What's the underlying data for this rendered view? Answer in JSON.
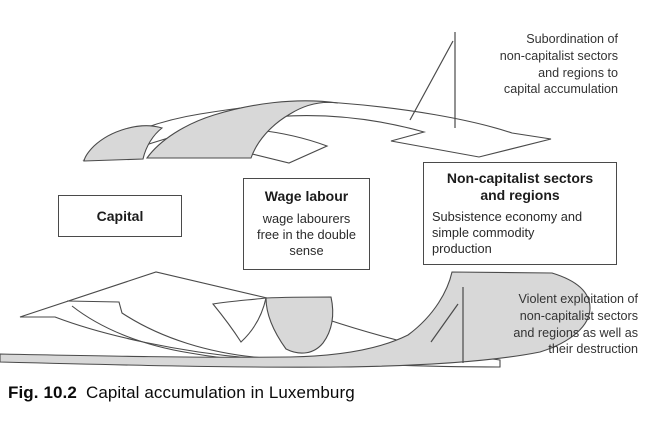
{
  "figure": {
    "caption_label": "Fig. 10.2",
    "caption_text": "Capital accumulation in Luxemburg"
  },
  "boxes": {
    "capital": {
      "title": "Capital"
    },
    "wage_labour": {
      "title": "Wage labour",
      "body_lines": [
        "wage labourers",
        "free in the double",
        "sense"
      ]
    },
    "non_capitalist": {
      "title_lines": [
        "Non-capitalist sectors",
        "and regions"
      ],
      "body_lines": [
        "Subsistence economy and",
        "simple commodity",
        "production"
      ]
    }
  },
  "annotations": {
    "subordination": {
      "lines": [
        "Subordination of",
        "non-capitalist sectors",
        "and regions to",
        "capital accumulation"
      ]
    },
    "violent_exploitation": {
      "lines": [
        "Violent exploitation of",
        "non-capitalist sectors",
        "and regions as well as",
        "their destruction"
      ]
    }
  },
  "colors": {
    "arrow_gray_fill": "#d8d8d8",
    "line_color": "#4a4a4a"
  }
}
